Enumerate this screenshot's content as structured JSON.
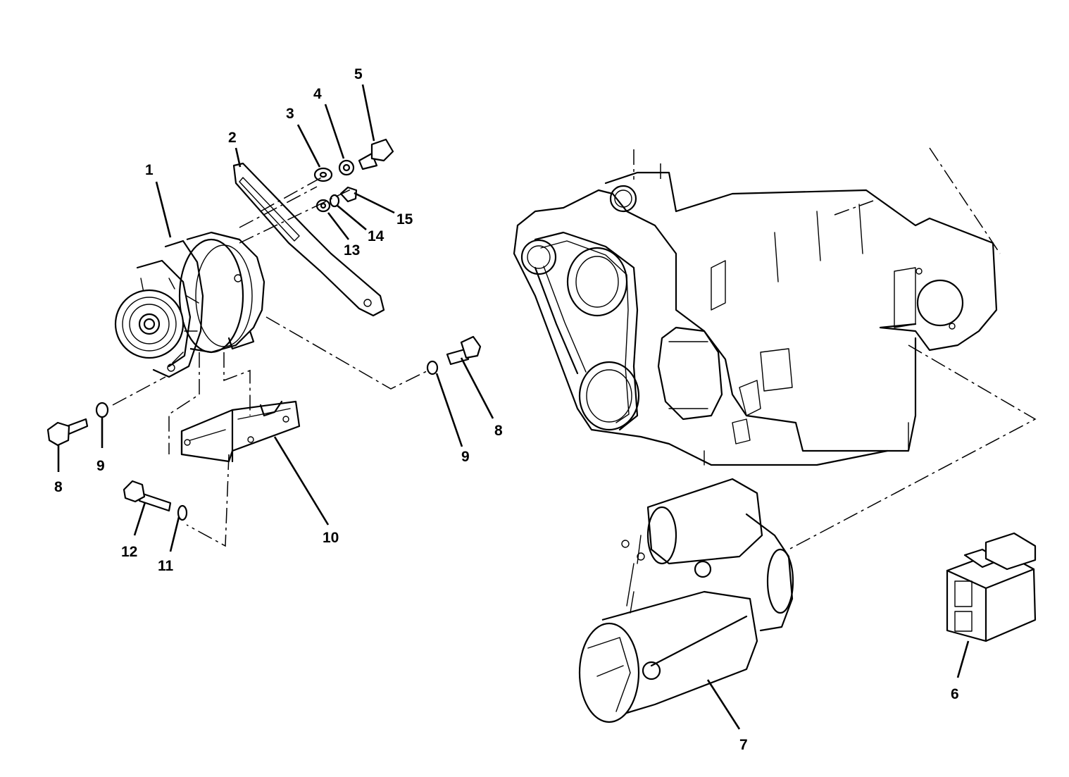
{
  "callouts": {
    "c1": "1",
    "c2": "2",
    "c3": "3",
    "c4": "4",
    "c5": "5",
    "c6": "6",
    "c7": "7",
    "c8a": "8",
    "c8b": "8",
    "c9a": "9",
    "c9b": "9",
    "c10": "10",
    "c11": "11",
    "c12": "12",
    "c13": "13",
    "c14": "14",
    "c15": "15"
  }
}
